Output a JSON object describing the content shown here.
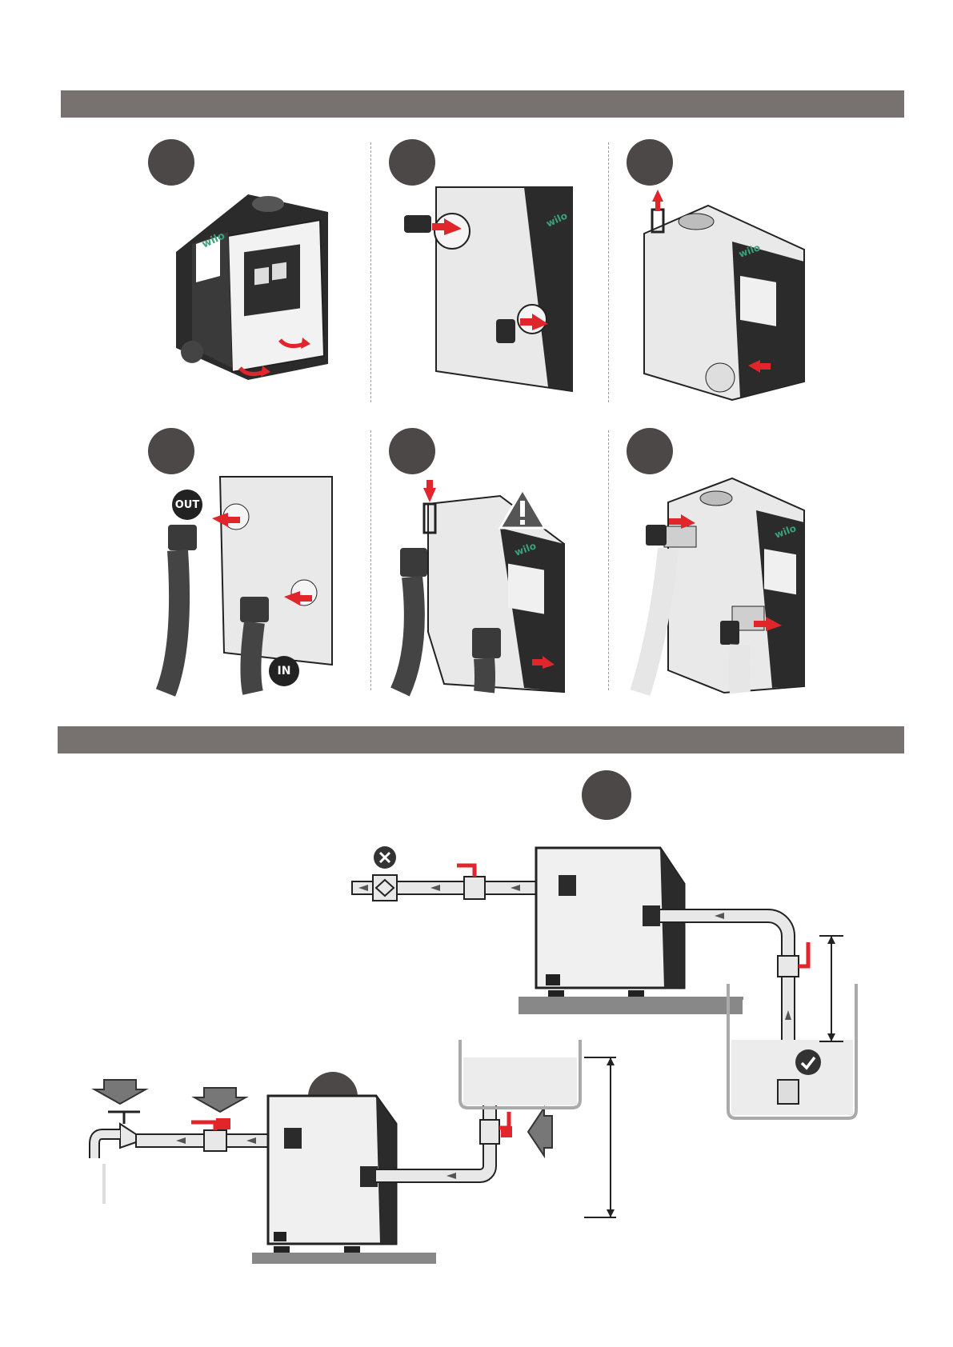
{
  "brand": {
    "logo_text": "wilo",
    "logo_color": "#3aa37a"
  },
  "colors": {
    "header_bar": "#777270",
    "step_badge": "#4d4848",
    "arrow_red": "#e0262b",
    "pump_dark": "#2b2b2b",
    "pump_light": "#ededed",
    "pipe": "#e6e6e6"
  },
  "labels": {
    "out": "OUT",
    "in": "IN"
  },
  "icons": {
    "warning": "warning-triangle-icon",
    "forbidden": "cross-circle-icon",
    "ok": "check-circle-icon"
  }
}
